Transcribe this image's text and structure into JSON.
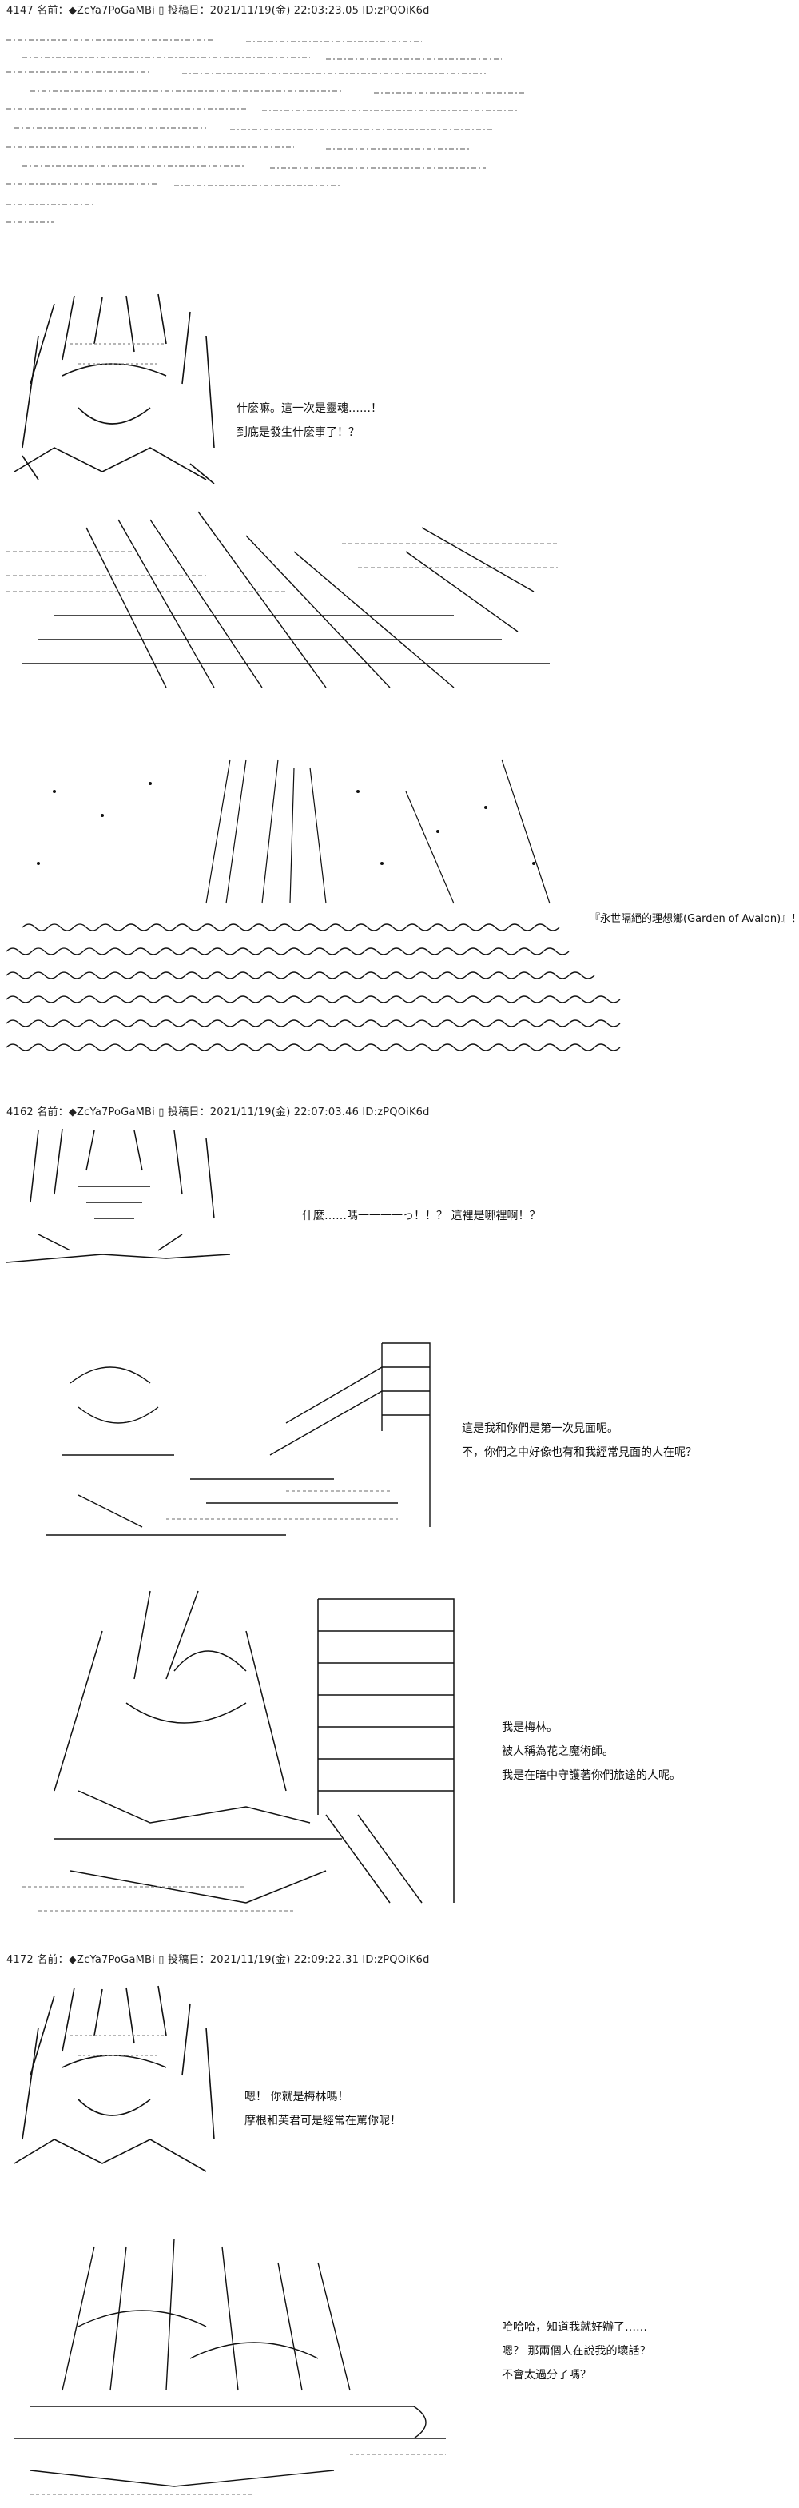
{
  "posts": [
    {
      "header": "4147 名前：◆ZcYa7PoGaMBi ▯ 投稿日：2021/11/19(金) 22:03:23.05 ID:zPQOiK6d",
      "panels": [
        {
          "lines": [
            "什麼嘛。這一次是靈魂……！",
            "到底是發生什麼事了！？"
          ]
        },
        {
          "lines": [
            "『永世隔絕的理想鄉(Garden of Avalon)』！"
          ]
        }
      ]
    },
    {
      "header": "4162 名前：◆ZcYa7PoGaMBi ▯ 投稿日：2021/11/19(金) 22:07:03.46 ID:zPQOiK6d",
      "panels": [
        {
          "lines": [
            "什麼……嗎一一一一っ！！？ 這裡是哪裡啊！？"
          ]
        },
        {
          "lines": [
            "這是我和你們是第一次見面呢。",
            "不，你們之中好像也有和我經常見面的人在呢？"
          ]
        },
        {
          "lines": [
            "我是梅林。",
            "被人稱為花之魔術師。",
            "我是在暗中守護著你們旅途的人呢。"
          ]
        }
      ]
    },
    {
      "header": "4172 名前：◆ZcYa7PoGaMBi ▯ 投稿日：2021/11/19(金) 22:09:22.31 ID:zPQOiK6d",
      "panels": [
        {
          "lines": [
            "嗯！ 你就是梅林嗎！",
            "摩根和芙君可是經常在罵你呢！"
          ]
        },
        {
          "lines": [
            "哈哈哈，知道我就好辦了……",
            "嗯？ 那兩個人在說我的壞話？",
            "不會太過分了嗎？"
          ]
        }
      ]
    }
  ],
  "colors": {
    "ink": "#111111",
    "faint": "#8a8a8a",
    "background": "#ffffff"
  }
}
